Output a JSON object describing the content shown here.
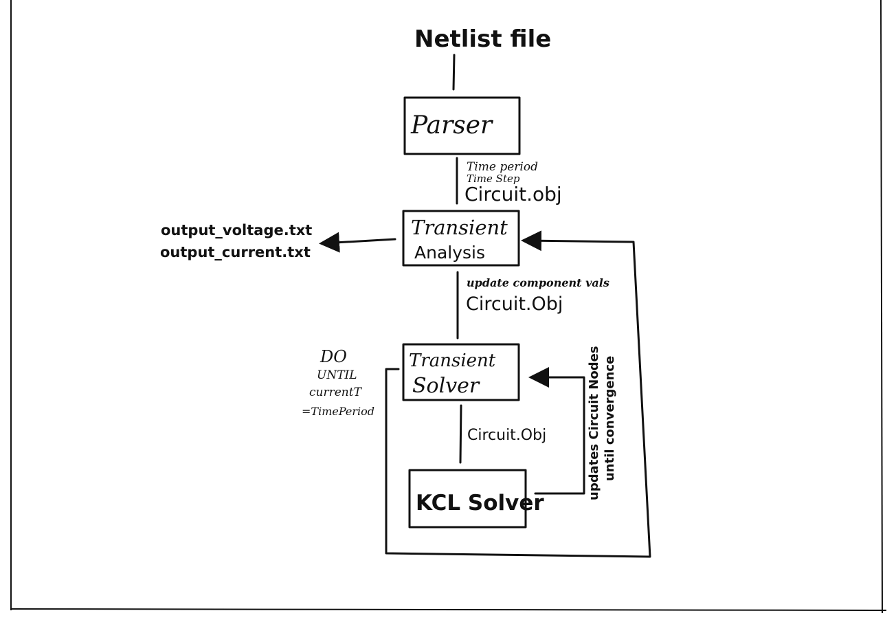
{
  "diagram": {
    "input_label": "Netlist file",
    "nodes": {
      "parser": "Parser",
      "transient_analysis": [
        "Transient",
        "Analysis"
      ],
      "transient_solver": [
        "Transient",
        "Solver"
      ],
      "kcl_solver": "KCL Solver"
    },
    "edges": {
      "parser_to_analysis": [
        "Time period",
        "Time Step",
        "Circuit.obj"
      ],
      "analysis_to_solver": [
        "update component vals",
        "Circuit.Obj"
      ],
      "solver_to_kcl": "Circuit.Obj",
      "kcl_feedback": [
        "updates Circuit Nodes",
        "until convergence"
      ]
    },
    "outputs": [
      "output_voltage.txt",
      "output_current.txt"
    ],
    "loop_condition": [
      "DO",
      "UNTIL",
      "currentT",
      "=TimePeriod"
    ]
  },
  "colors": {
    "ink": "#111111",
    "background": "#ffffff"
  }
}
